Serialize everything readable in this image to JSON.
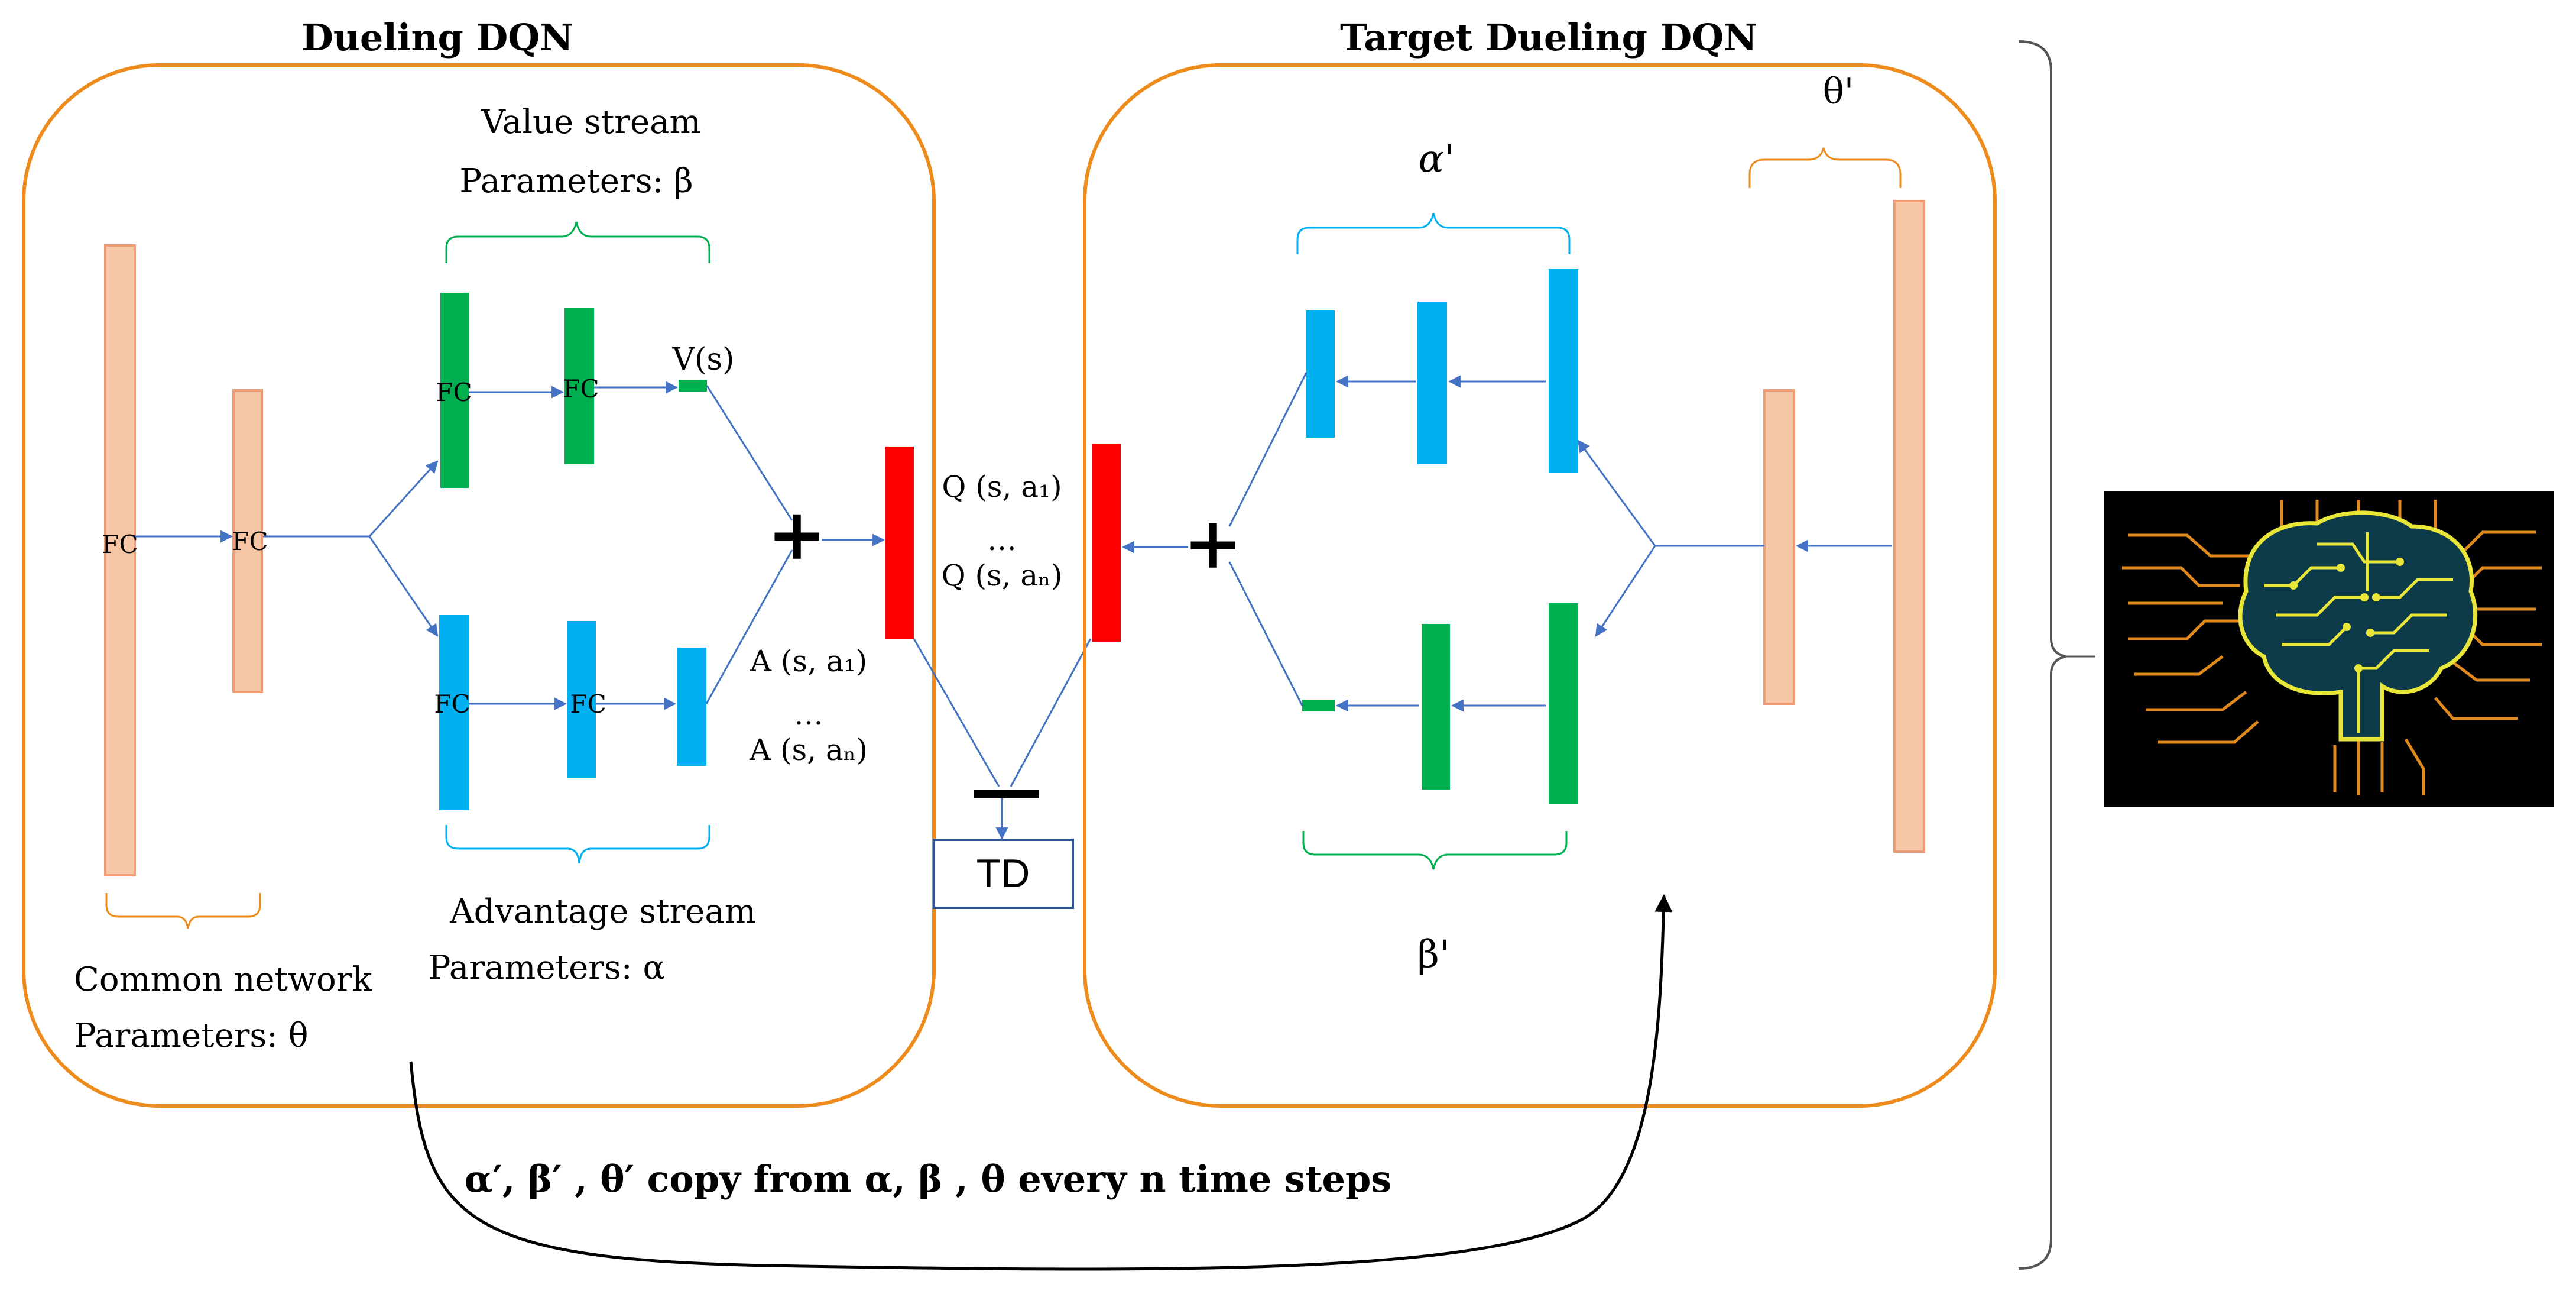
{
  "left_panel": {
    "title": "Dueling DQN",
    "value_stream_title": "Value stream",
    "value_stream_params": "Parameters: β",
    "advantage_stream_title": "Advantage stream",
    "advantage_stream_params": "Parameters: α",
    "common_network_title": "Common network",
    "common_network_params": "Parameters: θ",
    "layer_label": "FC",
    "value_output_label": "V(s)",
    "advantage_output_first": "A (s, a₁)",
    "advantage_output_dots": "…",
    "advantage_output_last": "A (s, aₙ)"
  },
  "middle": {
    "q_first": "Q (s, a₁)",
    "q_dots": "…",
    "q_last": "Q (s, aₙ)",
    "plus_symbol": "+",
    "minus_symbol": "−",
    "td_label": "TD"
  },
  "right_panel": {
    "title": "Target Dueling DQN",
    "alpha_prime": "α'",
    "beta_prime": "β'",
    "theta_prime": "θ'",
    "plus_symbol": "+"
  },
  "bottom": {
    "copy_caption": "α′, β′ , θ′  copy from α, β , θ every n time steps"
  },
  "colors": {
    "orange_border": "#ED8B1C",
    "fc_salmon": "#F7C6A6",
    "fc_salmon_border": "#EE9C75",
    "green": "#00B050",
    "blue": "#00B0F0",
    "red": "#FF0000",
    "arrow_blue": "#4472C4",
    "td_border": "#2F5597"
  },
  "icons": {
    "brain_image": "circuit-brain-icon"
  }
}
